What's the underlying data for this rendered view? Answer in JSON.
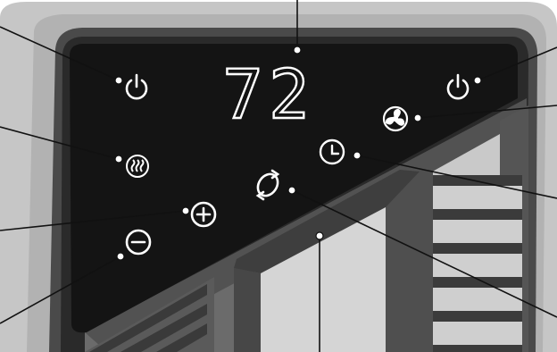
{
  "display": {
    "temperature": "72"
  },
  "colors": {
    "housing_outer": "#c9c9c9",
    "housing_mid": "#a9a9a9",
    "panel_dark": "#161616",
    "panel_rim": "#3a3a3a",
    "frame_grey": "#5a5a5a",
    "grille_dark": "#4a4a4a",
    "grille_light": "#c8c8c8",
    "leader_line": "#111111",
    "leader_dot": "#ffffff",
    "icon_stroke": "#ffffff"
  },
  "controls": [
    {
      "id": "power-left",
      "icon": "power-icon"
    },
    {
      "id": "heat",
      "icon": "heat-waves-icon"
    },
    {
      "id": "plus",
      "icon": "plus-icon"
    },
    {
      "id": "minus",
      "icon": "minus-icon"
    },
    {
      "id": "power-right",
      "icon": "power-icon"
    },
    {
      "id": "fan",
      "icon": "fan-icon"
    },
    {
      "id": "timer",
      "icon": "clock-icon"
    },
    {
      "id": "oscillate",
      "icon": "oscillate-icon"
    }
  ]
}
